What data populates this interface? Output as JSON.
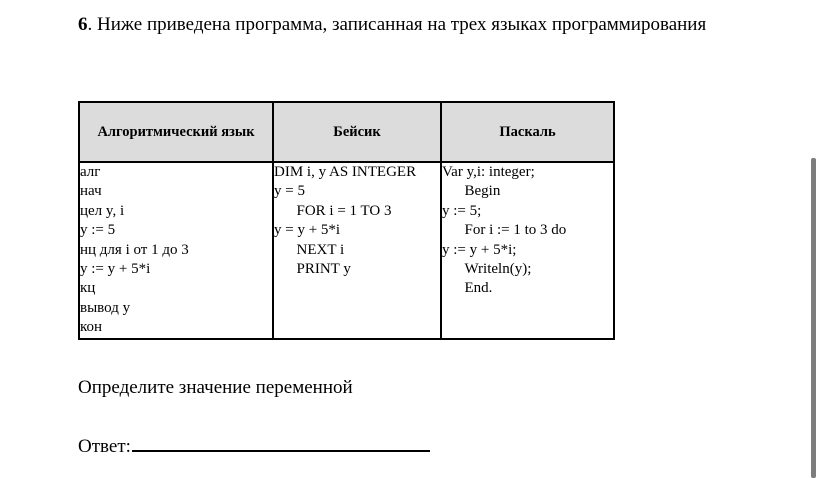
{
  "question": {
    "number": "6",
    "number_suffix": ".",
    "text": "Ниже приведена программа, записанная на трех языках программирования"
  },
  "table": {
    "headers": [
      "Алгоритмический язык",
      "Бейсик",
      "Паскаль"
    ],
    "columns": [
      {
        "language": "Алгоритмический язык",
        "code": "алг\nнач\nцел y, i\ny := 5\nнц для i от 1 до 3\ny := y + 5*i\nкц\nвывод y\nкон"
      },
      {
        "language": "Бейсик",
        "code": "DIM i, y AS INTEGER\ny = 5\n      FOR i = 1 TO 3\ny = y + 5*i\n      NEXT i\n      PRINT y"
      },
      {
        "language": "Паскаль",
        "code": "Var y,i: integer;\n      Begin\ny := 5;\n      For i := 1 to 3 do\ny := y + 5*i;\n      Writeln(y);\n      End."
      }
    ]
  },
  "footer": {
    "determine_label": "Определите значение переменной",
    "answer_label": "Ответ:"
  },
  "colors": {
    "header_background": "#dcdcdc",
    "border": "#000000",
    "text": "#000000",
    "page_background": "#ffffff",
    "scrollbar_thumb": "#7d7d7d"
  }
}
